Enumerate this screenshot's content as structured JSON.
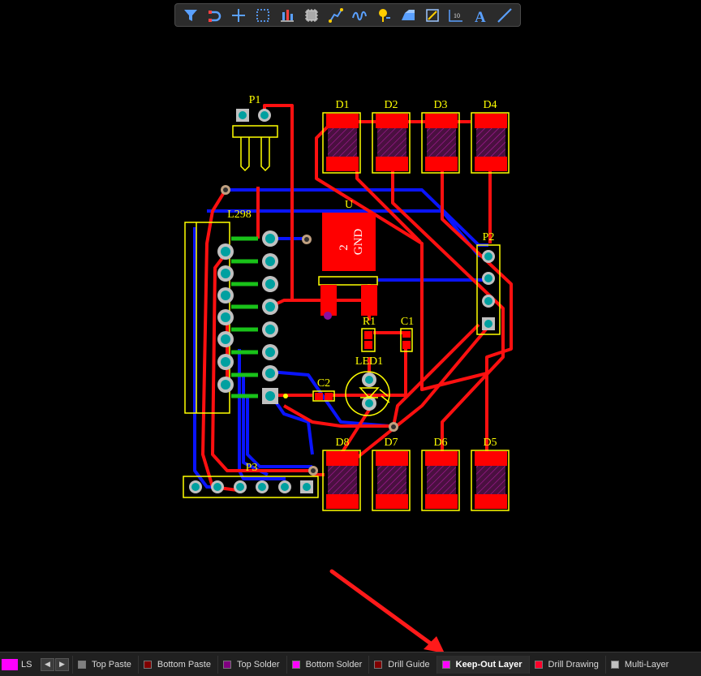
{
  "toolbar": {
    "icons": [
      "filter-icon",
      "connect-icon",
      "crosshair-icon",
      "select-rect-icon",
      "align-icon",
      "component-icon",
      "route-icon",
      "interactive-route-icon",
      "pin-icon",
      "fill-icon",
      "polygon-icon",
      "dimension-icon",
      "text-icon",
      "line-icon"
    ]
  },
  "pcb": {
    "designators": {
      "p1": "P1",
      "l298": "L298",
      "u": "U",
      "u_pad": "2",
      "u_gnd": "GND",
      "p2": "P2",
      "r1": "R1",
      "c1": "C1",
      "led1": "LED1",
      "c2": "C2",
      "p3": "P3",
      "d1": "D1",
      "d2": "D2",
      "d3": "D3",
      "d4": "D4",
      "d5": "D5",
      "d6": "D6",
      "d7": "D7",
      "d8": "D8"
    },
    "colors": {
      "top_layer": "#ff0000",
      "bottom_layer": "#0000ff",
      "overlay": "#ffff00",
      "pad": "#c0c0c0",
      "hole": "#00a0a0",
      "keepout": "#ff00ff"
    }
  },
  "layer_bar": {
    "ls_label": "LS",
    "tabs": [
      {
        "label": "Top Paste",
        "color": "#808080"
      },
      {
        "label": "Bottom Paste",
        "color": "#800000"
      },
      {
        "label": "Top Solder",
        "color": "#800080"
      },
      {
        "label": "Bottom Solder",
        "color": "#ff00ff"
      },
      {
        "label": "Drill Guide",
        "color": "#800000"
      },
      {
        "label": "Keep-Out Layer",
        "color": "#ff00ff",
        "active": true
      },
      {
        "label": "Drill Drawing",
        "color": "#ff002a"
      },
      {
        "label": "Multi-Layer",
        "color": "#c0c0c0"
      }
    ]
  }
}
